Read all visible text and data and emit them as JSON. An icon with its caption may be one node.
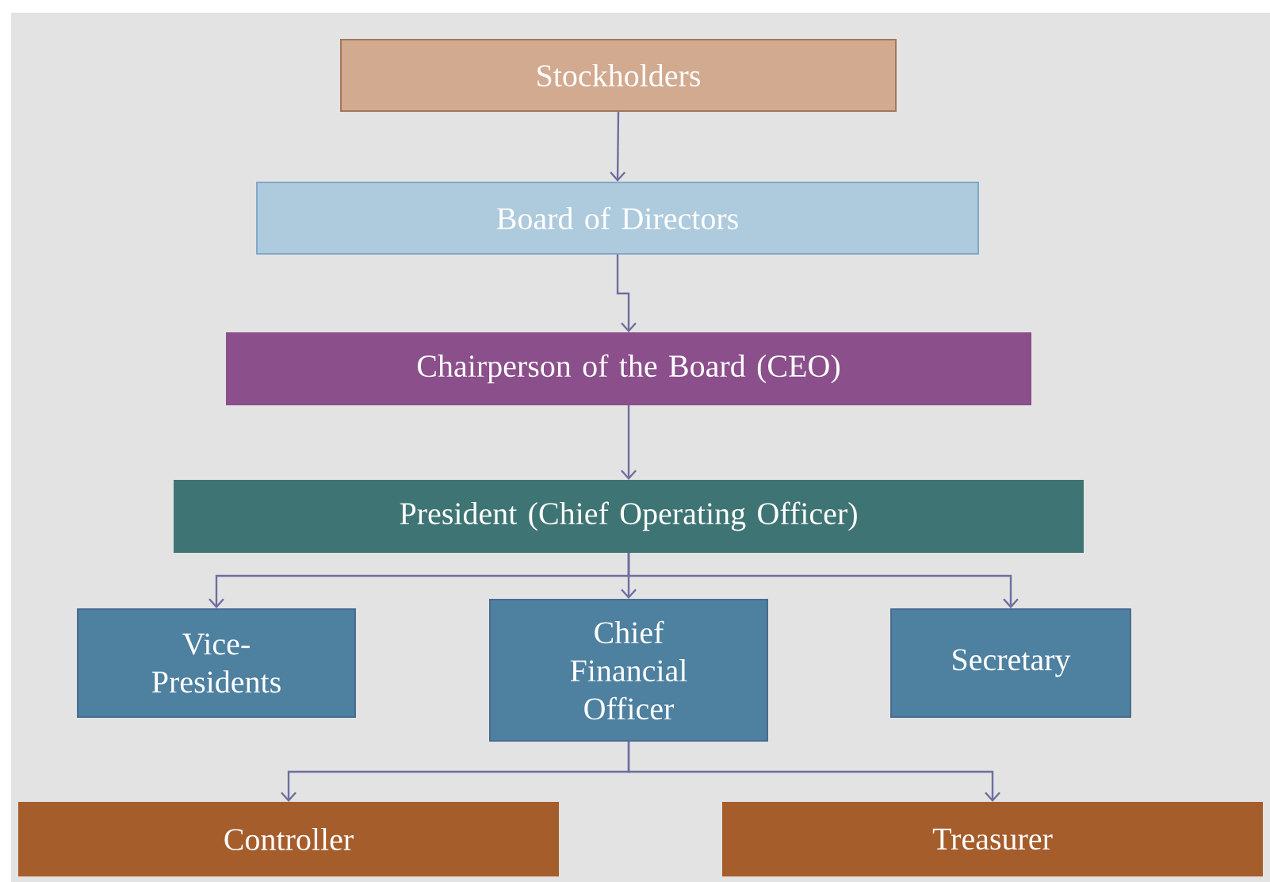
{
  "diagram": {
    "nodes": [
      {
        "text": [
          "Stockholders"
        ]
      },
      {
        "text": [
          "Board of Directors"
        ]
      },
      {
        "text": [
          "Chairperson of the Board (CEO)"
        ]
      },
      {
        "text": [
          "President (Chief Operating Officer)"
        ]
      },
      {
        "text": [
          "Vice-Presidents"
        ]
      },
      {
        "text": [
          "Chief Financial Officer"
        ]
      },
      {
        "text": [
          "Secretary"
        ]
      },
      {
        "text": [
          "Controller"
        ]
      },
      {
        "text": [
          "Treasurer"
        ]
      }
    ],
    "edges": [
      {
        "from": 0,
        "to": 1,
        "arrow": "to"
      },
      {
        "from": 1,
        "to": 2,
        "arrow": "to"
      },
      {
        "from": 2,
        "to": 3,
        "arrow": "to"
      },
      {
        "from": 3,
        "to": 4,
        "arrow": "to"
      },
      {
        "from": 3,
        "to": 5,
        "arrow": "to"
      },
      {
        "from": 3,
        "to": 6,
        "arrow": "to"
      },
      {
        "from": 5,
        "to": 7,
        "arrow": "to"
      },
      {
        "from": 5,
        "to": 8,
        "arrow": "to"
      }
    ]
  }
}
